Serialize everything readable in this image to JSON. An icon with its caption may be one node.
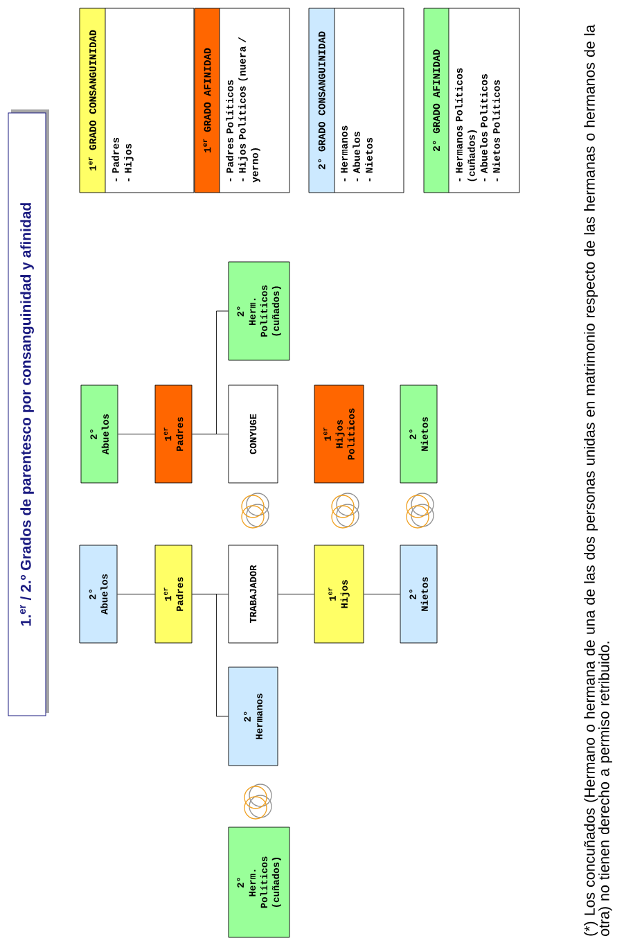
{
  "diagram": {
    "title": "1.$^{er}$ / 2.º Grados de parentesco por consanguinidad y afinidad",
    "caption": "(*) Los concuñados (Hermano o hermana de una de las dos personas unidas en matrimonio respecto de las hermanas o hermanos de la otra) no tienen derecho a permiso retribuido.",
    "nodes": [
      {
        "text": [
          "2°",
          "Abuelos"
        ]
      },
      {
        "text": [
          "1$^{er}$",
          "Padres"
        ]
      },
      {
        "text": [
          "CONYUGE"
        ]
      },
      {
        "text": [
          "1$^{er}$",
          "Hijos Políticos"
        ]
      },
      {
        "text": [
          "2°",
          "Nietos"
        ]
      },
      {
        "text": [
          "2°",
          "Herm. Políticos (cuñados)"
        ]
      },
      {
        "text": [
          "2°",
          "Abuelos"
        ]
      },
      {
        "text": [
          "1$^{er}$",
          "Padres"
        ]
      },
      {
        "text": [
          "TRABAJADOR"
        ]
      },
      {
        "text": [
          "1$^{er}$",
          "Hijos"
        ]
      },
      {
        "text": [
          "2°",
          "Nietos"
        ]
      },
      {
        "text": [
          "2°",
          "Hermanos"
        ]
      },
      {
        "text": [
          "2°",
          "Herm. Políticos (cuñados)"
        ]
      },
      {
        "text": [
          "1$^{er}$ GRADO CONSANGUINIDAD",
          "- Padres",
          "- Hijos"
        ]
      },
      {
        "text": [
          "1$^{er}$ GRADO AFINIDAD",
          "- Padres Políticos",
          "- Hijos Políticos (nuera / yerno)"
        ]
      },
      {
        "text": [
          "2° GRADO CONSANGUINIDAD",
          "- Hermanos",
          "- Abuelos",
          "- Nietos"
        ]
      },
      {
        "text": [
          "2° GRADO AFINIDAD",
          "- Hermanos Políticos (cuñados)",
          "- Abuelos Políticos",
          "- Nietos Políticos"
        ]
      }
    ],
    "edges": [
      {
        "from": 0,
        "to": 1,
        "arrow": "none"
      },
      {
        "from": 1,
        "to": 2,
        "arrow": "none"
      },
      {
        "from": 1,
        "to": 5,
        "arrow": "none"
      },
      {
        "from": 6,
        "to": 7,
        "arrow": "none"
      },
      {
        "from": 7,
        "to": 8,
        "arrow": "none"
      },
      {
        "from": 8,
        "to": 9,
        "arrow": "none"
      },
      {
        "from": 9,
        "to": 10,
        "arrow": "none"
      },
      {
        "from": 7,
        "to": 11,
        "arrow": "none"
      }
    ]
  }
}
